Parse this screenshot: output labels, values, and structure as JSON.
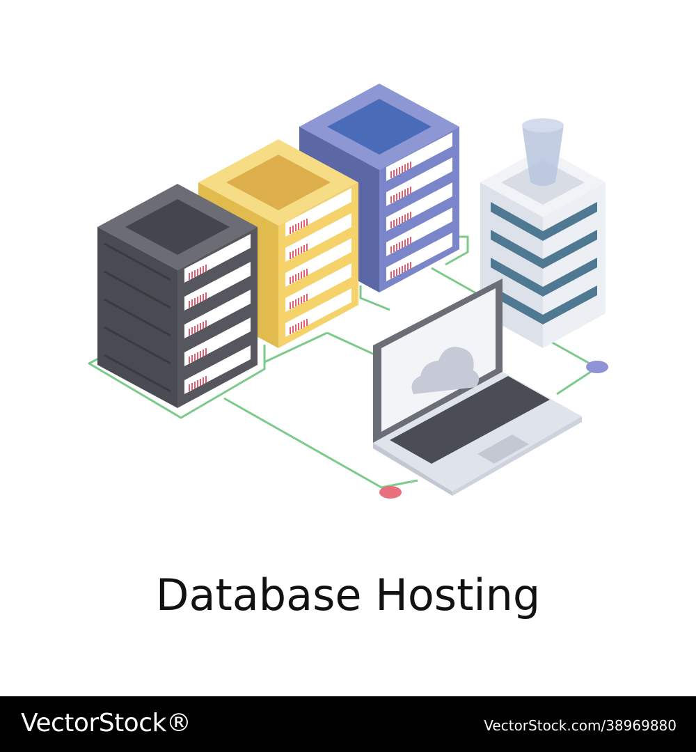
{
  "caption": "Database Hosting",
  "footer": {
    "brand": "VectorStock®",
    "image_id": "VectorStock.com/38969880"
  },
  "colors": {
    "network_line": "#7dc98a",
    "dark_server": "#55565e",
    "yellow_server": "#f5d36a",
    "blue_server": "#7a86c9",
    "database_stack": "#e4e8ee",
    "database_band": "#4f7893",
    "laptop_body": "#dfe3ea",
    "node_red": "#e96f7e",
    "node_purple": "#8f93d6"
  },
  "icons": [
    "server-rack-icon",
    "database-icon",
    "laptop-icon",
    "cloud-icon",
    "network-node-icon"
  ]
}
